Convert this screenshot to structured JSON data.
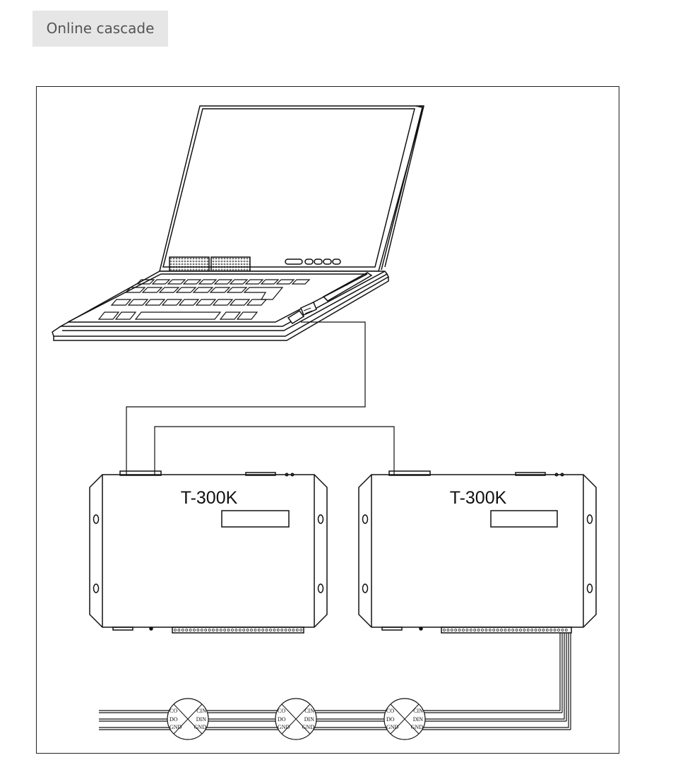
{
  "tab": {
    "label": "Online cascade"
  },
  "controllers": [
    {
      "model": "T-300K"
    },
    {
      "model": "T-300K"
    }
  ],
  "led_nodes": [
    {
      "left_pins": [
        "CO",
        "DO",
        "GND"
      ],
      "right_pins": [
        "CIN",
        "DIN",
        "GND"
      ]
    },
    {
      "left_pins": [
        "CO",
        "DO",
        "GND"
      ],
      "right_pins": [
        "CIN",
        "DIN",
        "GND"
      ]
    },
    {
      "left_pins": [
        "CO",
        "DO",
        "GND"
      ],
      "right_pins": [
        "CIN",
        "DIN",
        "GND"
      ]
    }
  ]
}
